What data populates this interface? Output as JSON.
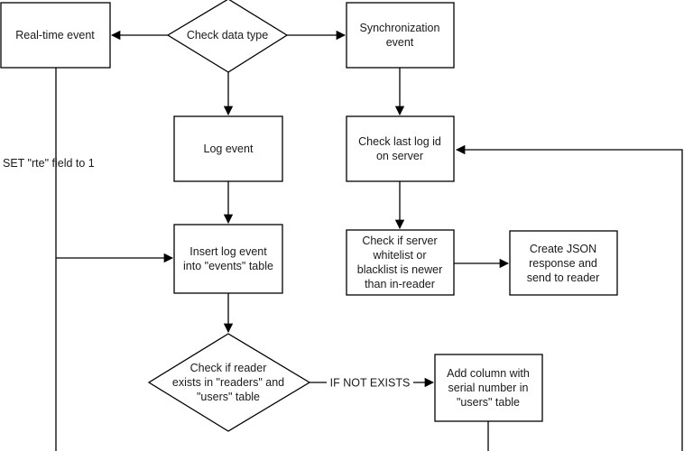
{
  "nodes": {
    "check_data_type": {
      "lines": [
        "Check data type"
      ]
    },
    "real_time_event": {
      "lines": [
        "Real-time event"
      ]
    },
    "synchronization_event": {
      "lines": [
        "Synchronization",
        "event"
      ]
    },
    "log_event": {
      "lines": [
        "Log event"
      ]
    },
    "check_last_log_id": {
      "lines": [
        "Check last log id",
        "on server"
      ]
    },
    "insert_log_event": {
      "lines": [
        "Insert log event",
        "into \"events\" table"
      ]
    },
    "check_whitelist": {
      "lines": [
        "Check if server",
        "whitelist or",
        "blacklist is newer",
        "than in-reader"
      ]
    },
    "create_json_response": {
      "lines": [
        "Create JSON",
        "response and",
        "send to reader"
      ]
    },
    "check_reader_exists": {
      "lines": [
        "Check if reader",
        "exists in \"readers\" and",
        "\"users\" table"
      ]
    },
    "add_column_serial": {
      "lines": [
        "Add column with",
        "serial number in",
        "\"users\" table"
      ]
    }
  },
  "edge_labels": {
    "set_rte": "SET \"rte\" field to 1",
    "if_not_exists": "IF NOT EXISTS"
  }
}
